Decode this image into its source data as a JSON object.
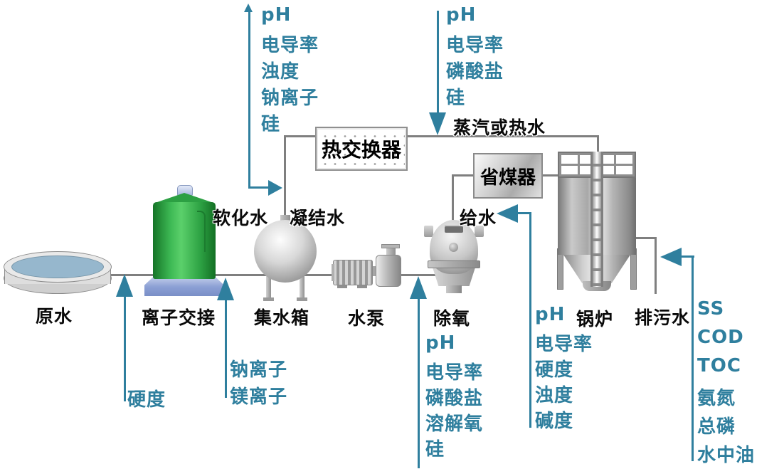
{
  "equipment": {
    "raw_water": "原水",
    "ion_exchange": "离子交接",
    "collect_tank": "集水箱",
    "pump": "水泵",
    "deaerator": "除氧",
    "boiler": "锅炉",
    "heat_exchanger": "热交换器",
    "economizer": "省煤器"
  },
  "streams": {
    "softened_water": "软化水",
    "condensate": "凝结水",
    "steam_or_hot_water": "蒸汽或热水",
    "feed_water": "给水",
    "blowdown": "排污水"
  },
  "lists": {
    "condensate": {
      "items": [
        "pH",
        "电导率",
        "浊度",
        "钠离子",
        "硅"
      ]
    },
    "steam": {
      "items": [
        "pH",
        "电导率",
        "磷酸盐",
        "硅"
      ]
    },
    "raw": {
      "items": [
        "硬度"
      ]
    },
    "softened": {
      "items": [
        "钠离子",
        "镁离子"
      ]
    },
    "feed": {
      "items": [
        "pH",
        "电导率",
        "磷酸盐",
        "溶解氧",
        "硅"
      ]
    },
    "boiler_water": {
      "items": [
        "pH",
        "电导率",
        "硬度",
        "浊度",
        "碱度"
      ]
    },
    "blowdown": {
      "items": [
        "SS",
        "COD",
        "TOC",
        "氨氮",
        "总磷",
        "水中油"
      ]
    }
  },
  "colors": {
    "accent_teal": "#2f7f9e",
    "pipe_gray": "#7f7f7f",
    "tank_green": "#35a846",
    "base_blue": "#8b9fd4",
    "water_blue": "#96b7cd"
  }
}
